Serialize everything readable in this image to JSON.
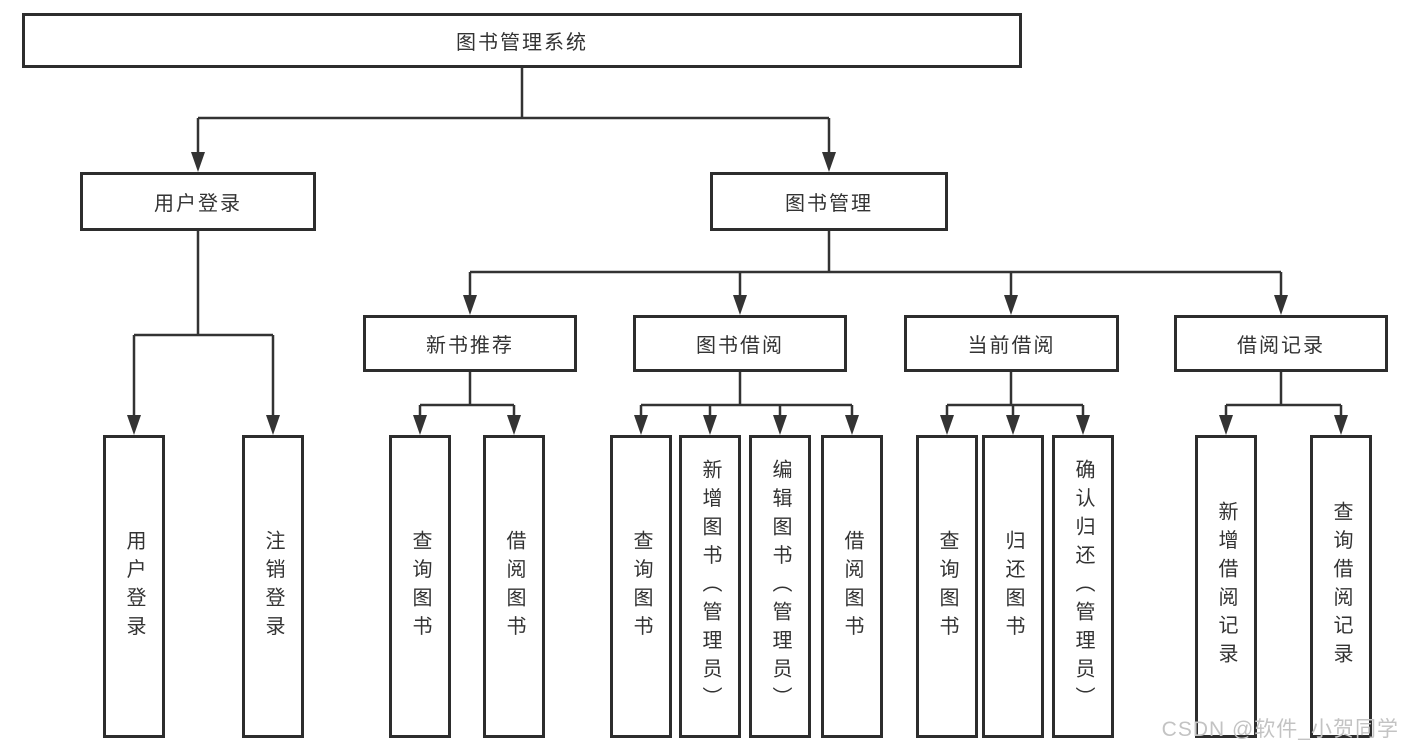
{
  "diagram": {
    "root": {
      "label": "图书管理系统"
    },
    "level2": [
      {
        "label": "用户登录"
      },
      {
        "label": "图书管理"
      }
    ],
    "level3": [
      {
        "label": "新书推荐",
        "parent": "图书管理"
      },
      {
        "label": "图书借阅",
        "parent": "图书管理"
      },
      {
        "label": "当前借阅",
        "parent": "图书管理"
      },
      {
        "label": "借阅记录",
        "parent": "图书管理"
      }
    ],
    "leaves": [
      {
        "label": "用户登录",
        "parent": "用户登录"
      },
      {
        "label": "注销登录",
        "parent": "用户登录"
      },
      {
        "label": "查询图书",
        "parent": "新书推荐"
      },
      {
        "label": "借阅图书",
        "parent": "新书推荐"
      },
      {
        "label": "查询图书",
        "parent": "图书借阅"
      },
      {
        "label": "新增图书（管理员）",
        "parent": "图书借阅"
      },
      {
        "label": "编辑图书（管理员）",
        "parent": "图书借阅"
      },
      {
        "label": "借阅图书",
        "parent": "图书借阅"
      },
      {
        "label": "查询图书",
        "parent": "当前借阅"
      },
      {
        "label": "归还图书",
        "parent": "当前借阅"
      },
      {
        "label": "确认归还（管理员）",
        "parent": "当前借阅"
      },
      {
        "label": "新增借阅记录",
        "parent": "借阅记录"
      },
      {
        "label": "查询借阅记录",
        "parent": "借阅记录"
      }
    ]
  },
  "watermark": {
    "text": "CSDN @软件_小贺同学"
  },
  "colors": {
    "line": "#333333",
    "box_border": "#2d2d2d",
    "text": "#333333",
    "background": "#ffffff",
    "watermark": "#c3c3c3"
  }
}
